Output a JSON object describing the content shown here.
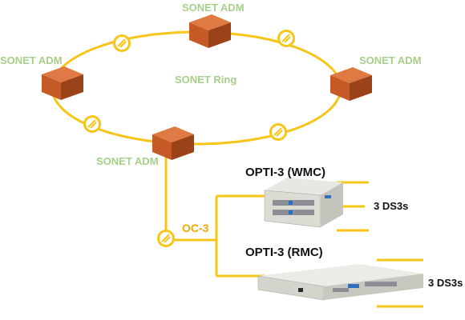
{
  "colors": {
    "link": "#f5c518",
    "adm_top": "#e07a45",
    "adm_front": "#c55a26",
    "adm_side": "#9c4218",
    "label_green": "#a6d08a",
    "label_orange": "#f0a800"
  },
  "labels": {
    "adm_top": "SONET ADM",
    "adm_left": "SONET ADM",
    "adm_right": "SONET ADM",
    "adm_bottom": "SONET ADM",
    "ring": "SONET Ring",
    "oc3": "OC-3",
    "wmc_title": "OPTI-3 (WMC)",
    "rmc_title": "OPTI-3 (RMC)",
    "wmc_ds3": "3 DS3s",
    "rmc_ds3": "3 DS3s"
  }
}
